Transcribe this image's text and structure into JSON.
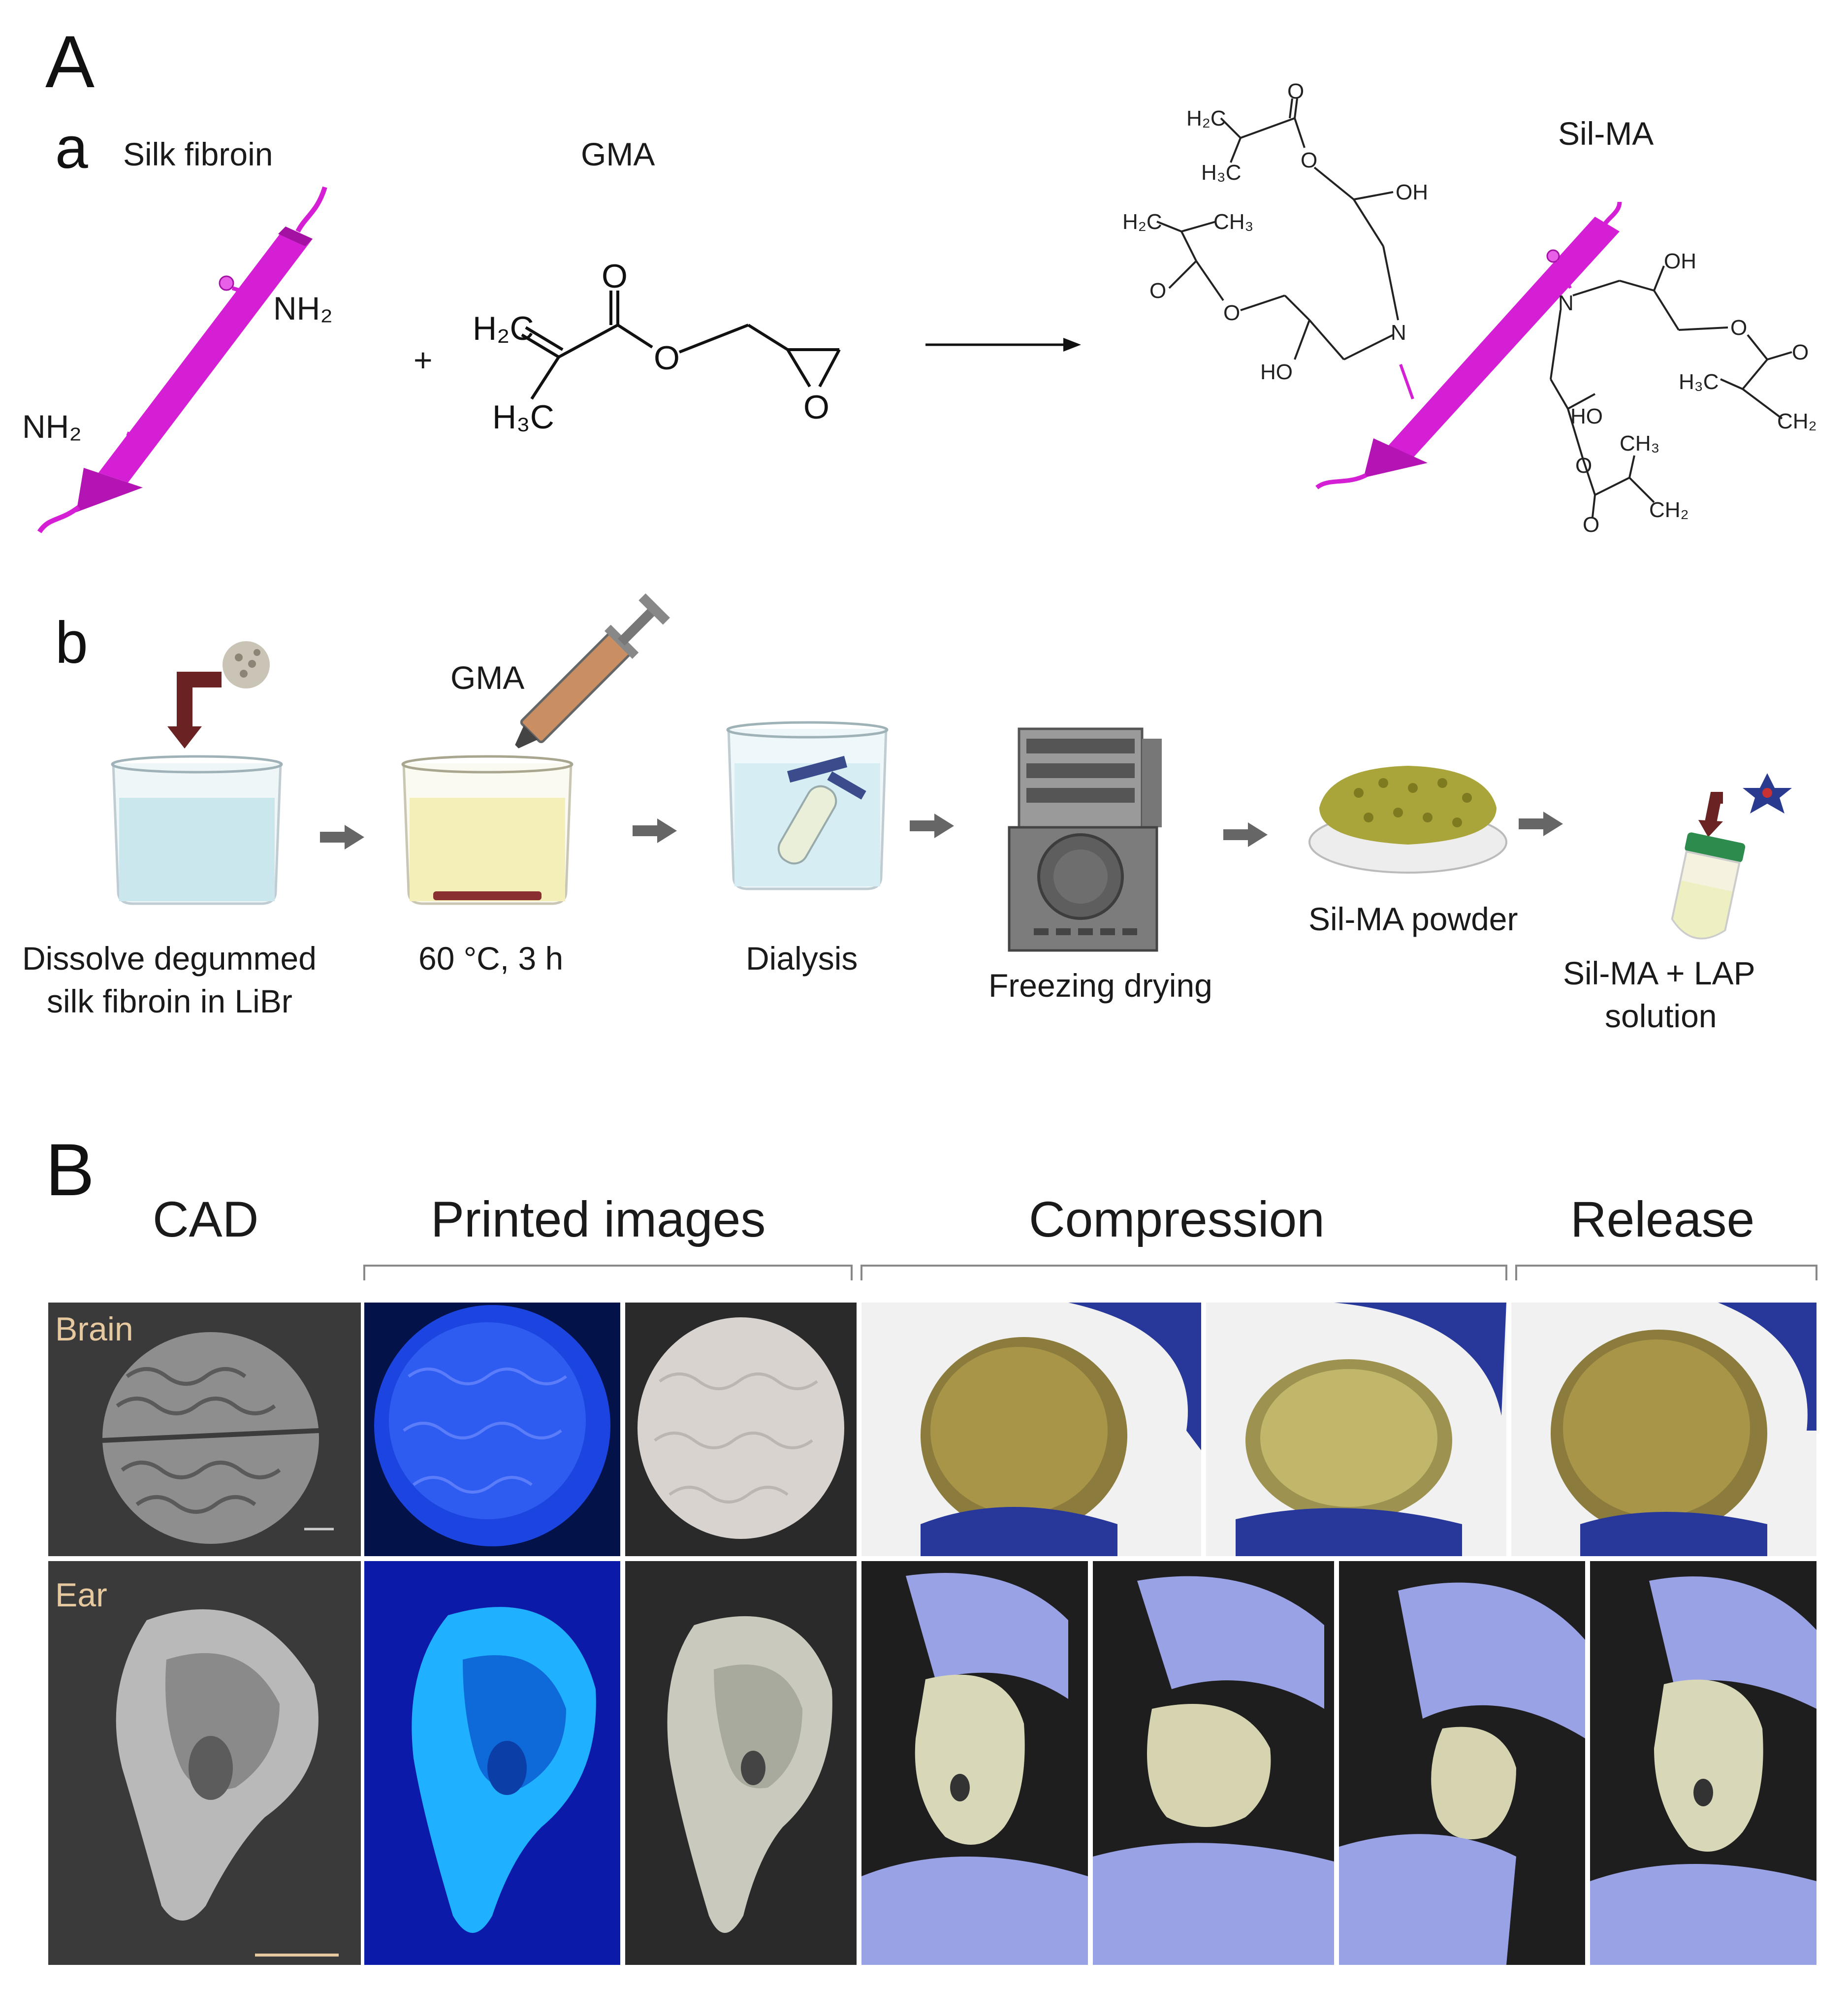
{
  "panelA": {
    "letter": "A",
    "a": {
      "letter": "a",
      "silk_label": "Silk fibroin",
      "gma_label": "GMA",
      "silma_label": "Sil-MA",
      "plus": "+",
      "silk_nh2": "NH₂",
      "gma_atoms": {
        "h2c": "H₂C",
        "h3c": "H₃C",
        "o1": "O",
        "o2": "O",
        "o3": "O"
      },
      "product_atoms": {
        "h2c_1": "H₂C",
        "h3c_1": "H₃C",
        "o_1": "O",
        "o_2": "O",
        "oh_1": "OH",
        "h2c_2": "H₂C",
        "ch3_2": "CH₃",
        "o_3": "O",
        "o_4": "O",
        "ho_2": "HO",
        "n_1": "N",
        "n_2": "N",
        "oh_3": "OH",
        "o_5": "O",
        "o_6": "O",
        "h3c_3": "H₃C",
        "ch2_3": "CH₂",
        "ho_4": "HO",
        "o_7": "O",
        "ch3_4": "CH₃",
        "o_8": "O",
        "ch2_4": "CH₂"
      }
    },
    "b": {
      "letter": "b",
      "gma_label": "GMA",
      "steps": [
        {
          "line1": "Dissolve degummed",
          "line2": "silk fibroin in LiBr"
        },
        {
          "line1": "60 °C, 3 h",
          "line2": ""
        },
        {
          "line1": "Dialysis",
          "line2": ""
        },
        {
          "line1": "Freezing drying",
          "line2": ""
        },
        {
          "line1": "Sil-MA powder",
          "line2": ""
        },
        {
          "line1": "Sil-MA + LAP",
          "line2": "solution"
        }
      ]
    }
  },
  "panelB": {
    "letter": "B",
    "headers": {
      "cad": "CAD",
      "printed": "Printed images",
      "compression": "Compression",
      "release": "Release"
    },
    "rows": {
      "brain": "Brain",
      "ear": "Ear"
    }
  },
  "colors": {
    "magenta": "#d41fd4",
    "arrow_gray": "#666666",
    "photo_dark": "#2f2f2f",
    "uv_blue": "#1239d6",
    "glove_blue": "#27389a",
    "glove_lavender": "#9aa2e6",
    "tag_tan": "#e7c9a0"
  }
}
